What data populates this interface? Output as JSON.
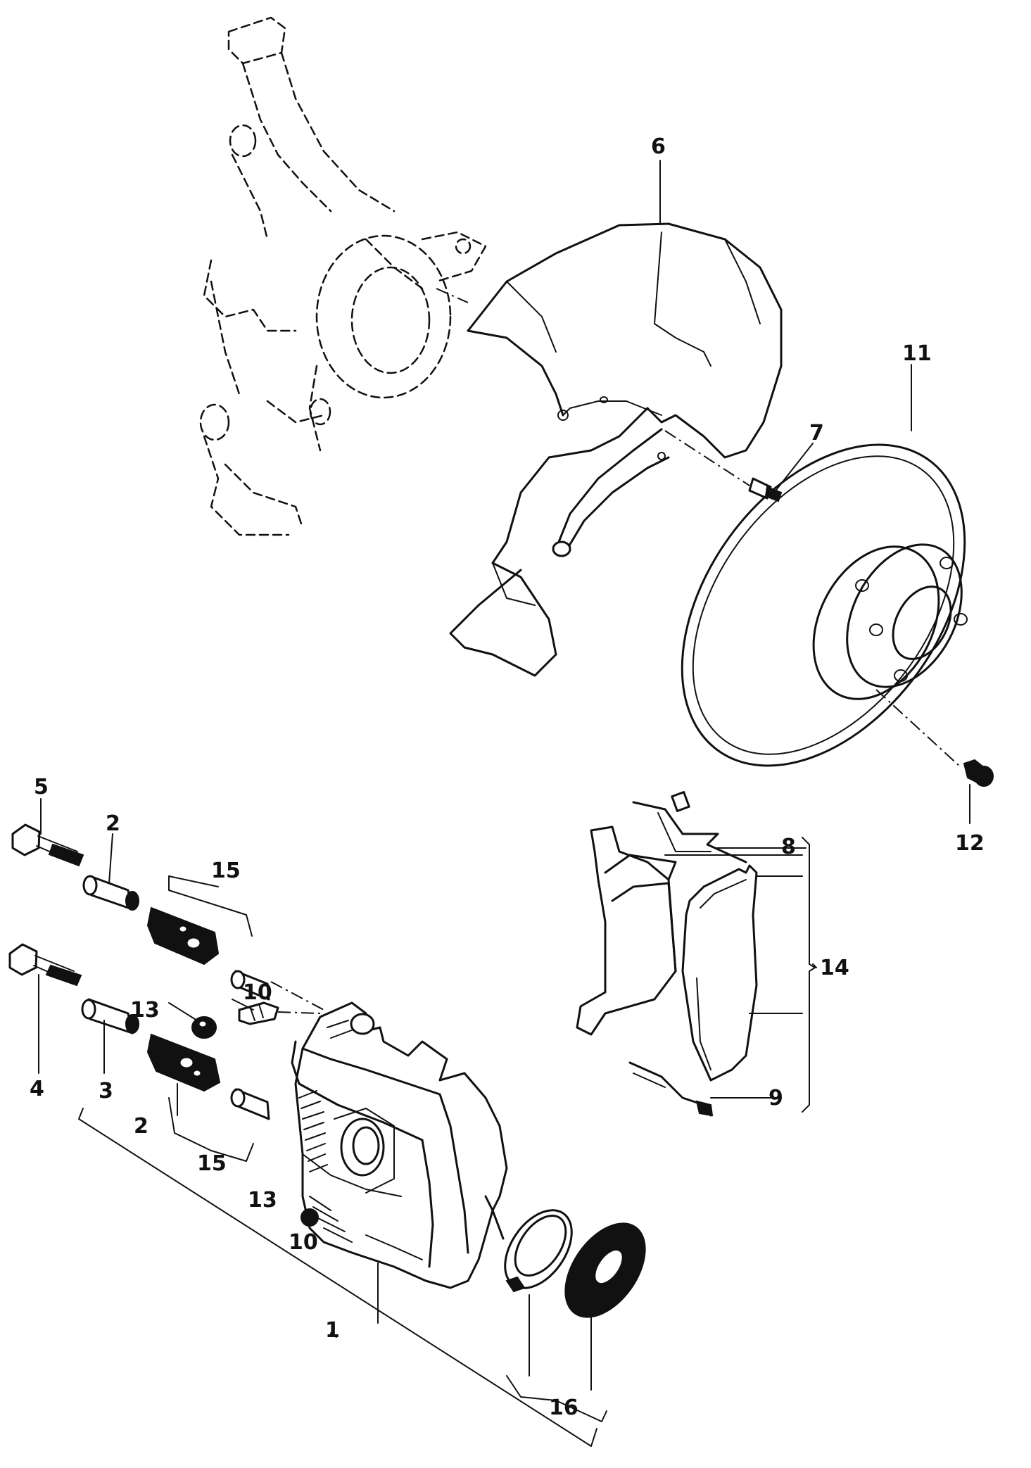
{
  "colors": {
    "ink": "#111111",
    "paper": "#ffffff"
  },
  "callouts": {
    "c1": "1",
    "c2a": "2",
    "c2b": "2",
    "c3": "3",
    "c4": "4",
    "c5": "5",
    "c6": "6",
    "c7": "7",
    "c8": "8",
    "c9": "9",
    "c10a": "10",
    "c10b": "10",
    "c11": "11",
    "c12": "12",
    "c13a": "13",
    "c13b": "13",
    "c14": "14",
    "c15a": "15",
    "c15b": "15",
    "c16": "16"
  }
}
